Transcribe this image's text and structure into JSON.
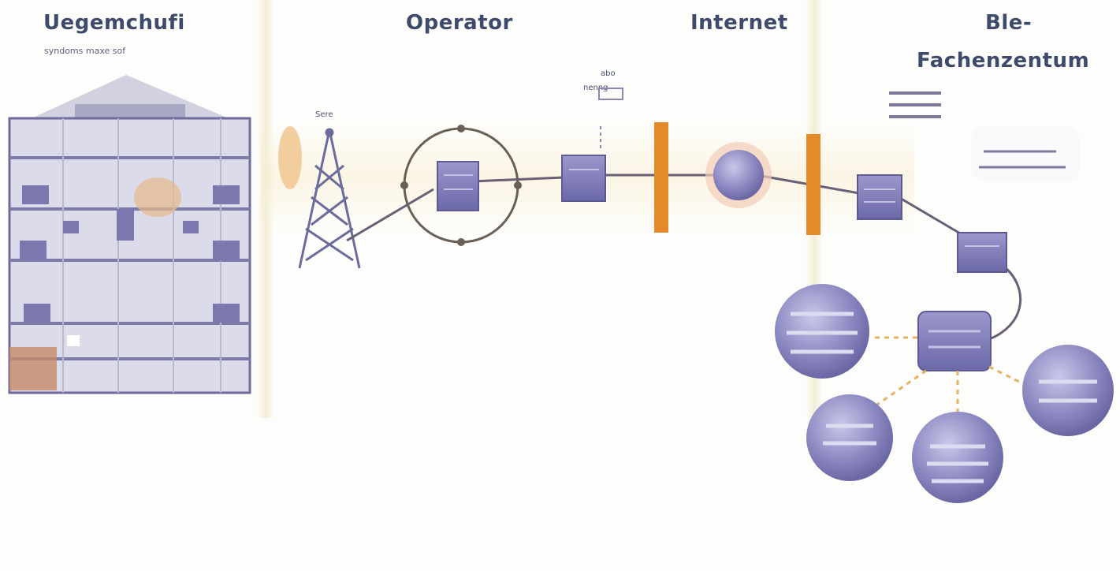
{
  "sections": {
    "left_title": "Uegemchufi",
    "left_subtitle": "syndoms maxe sof",
    "operator_title": "Operator",
    "internet_title": "Internet",
    "right_title_line1": "Ble-",
    "right_title_line2": "Fachenzentum"
  },
  "labels": {
    "tower": "Sere",
    "device_cloud": "abo",
    "device_cloud_2": "nenng"
  },
  "colors": {
    "title": "#3d4a6b",
    "firewall": "#e58a2a",
    "device": "#7f7cb8",
    "link": "#6a5f75"
  }
}
